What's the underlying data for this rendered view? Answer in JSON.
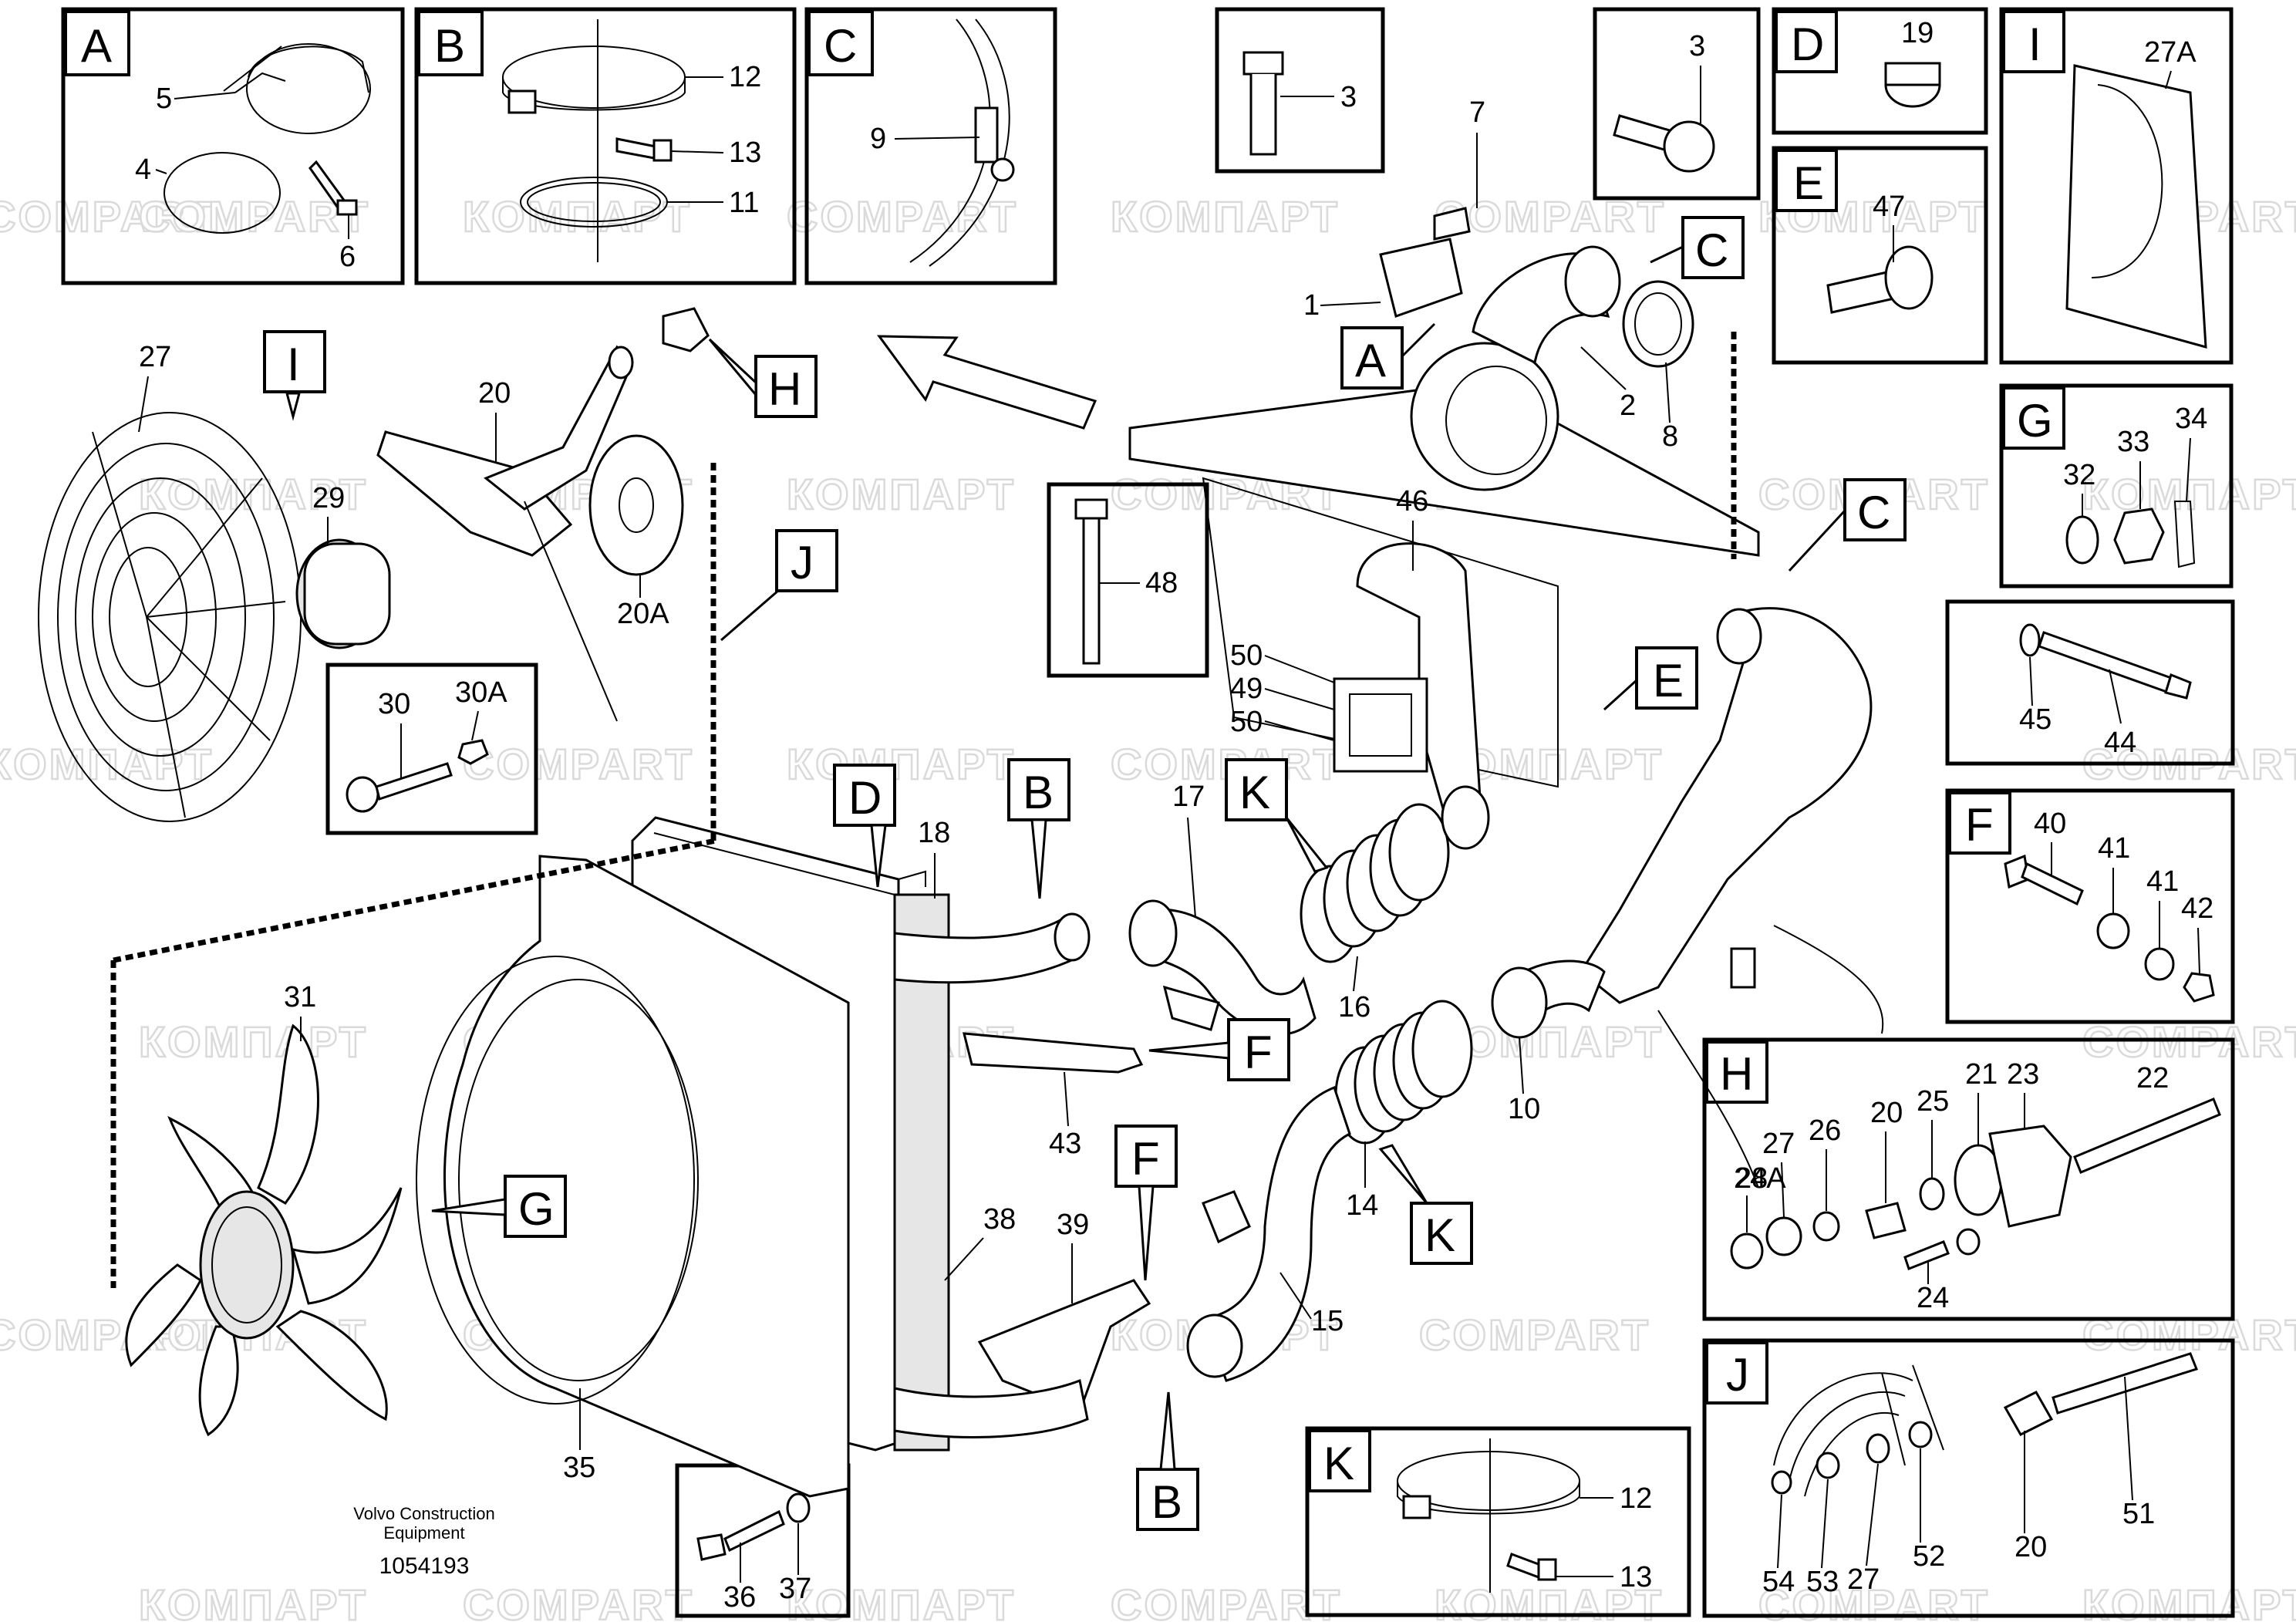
{
  "watermarks": {
    "latin": "COMPART",
    "cyrillic": "КОМПАРТ"
  },
  "caption": {
    "brand_line1": "Volvo Construction",
    "brand_line2": "Equipment",
    "doc_number": "1054193"
  },
  "inset_boxes": {
    "A": "A",
    "B": "B",
    "C": "C",
    "D": "D",
    "E": "E",
    "F": "F",
    "G": "G",
    "H": "H",
    "I": "I",
    "J": "J",
    "K": "K"
  },
  "inset_parts": {
    "A": [
      "5",
      "4",
      "6"
    ],
    "B": [
      "12",
      "13",
      "11"
    ],
    "C": [
      "9"
    ],
    "D": [
      "19"
    ],
    "E": [
      "47"
    ],
    "I": [
      "27A"
    ],
    "G": [
      "32",
      "33",
      "34"
    ],
    "F": [
      "40",
      "41",
      "41",
      "42"
    ],
    "H": [
      "21",
      "23",
      "22",
      "25",
      "20",
      "27",
      "26",
      "28",
      "24",
      "24A"
    ],
    "J": [
      "51",
      "20",
      "52",
      "27",
      "53",
      "54"
    ],
    "K": [
      "12",
      "13"
    ],
    "upper_bolt_3": [
      "3"
    ],
    "upper_bolt_3b": [
      "3"
    ],
    "bolt_48": [
      "48"
    ],
    "bolt_44": [
      "45",
      "44"
    ],
    "fan_hub_30": [
      "30",
      "30A"
    ],
    "bolt_36": [
      "36",
      "37"
    ]
  },
  "main_part_numbers": [
    "7",
    "1",
    "2",
    "8",
    "27",
    "20",
    "29",
    "20A",
    "46",
    "50",
    "49",
    "50",
    "18",
    "17",
    "16",
    "10",
    "31",
    "35",
    "38",
    "39",
    "43",
    "14",
    "15"
  ],
  "callout_letters": {
    "A_main": "A",
    "C_main1": "C",
    "C_main2": "C",
    "H_main": "H",
    "I_main": "I",
    "J_main": "J",
    "E_main": "E",
    "K_main1": "K",
    "K_main2": "K",
    "D_main": "D",
    "B_main1": "B",
    "B_main2": "B",
    "F_main1": "F",
    "F_main2": "F",
    "G_main": "G"
  }
}
